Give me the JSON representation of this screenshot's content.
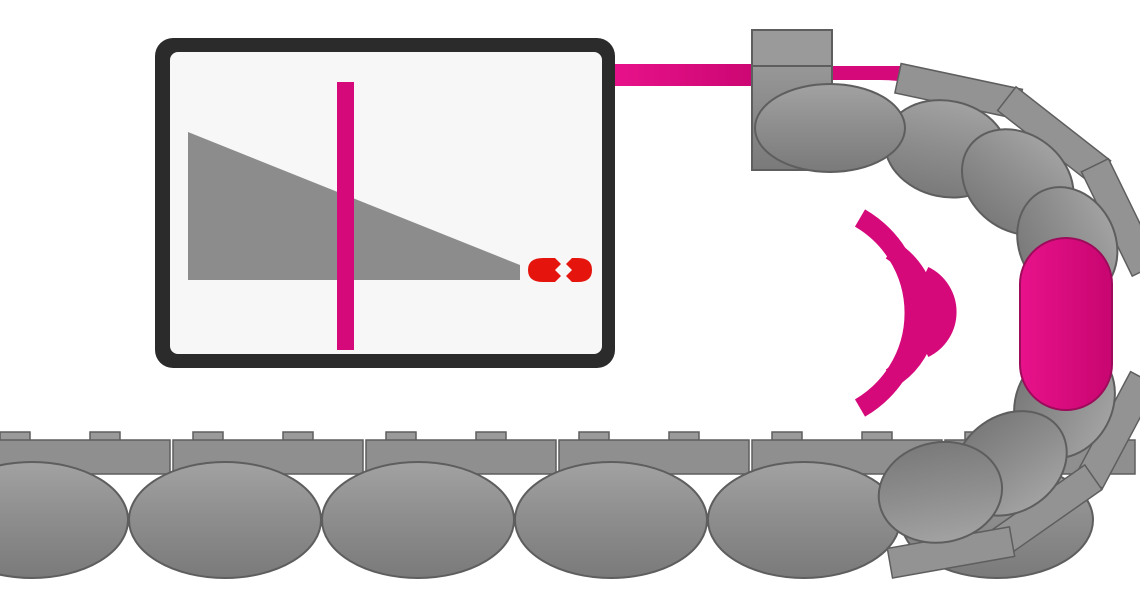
{
  "colors": {
    "background": "#ffffff",
    "chain": "#8e8e8e",
    "chain_dark": "#6f6f6f",
    "chain_outline": "#5e5e5e",
    "accent": "#d5097a",
    "monitor_frame": "#2b2b2b",
    "monitor_screen": "#f7f7f7",
    "wedge": "#8c8c8c",
    "break_marker": "#e5150e"
  },
  "icons": {
    "signal": "wireless-signal-icon",
    "break": "broken-link-icon"
  },
  "chart_data": {
    "type": "diagram",
    "chart": {
      "shape": "decreasing-wedge",
      "marker_at_fraction": 0.46
    }
  }
}
